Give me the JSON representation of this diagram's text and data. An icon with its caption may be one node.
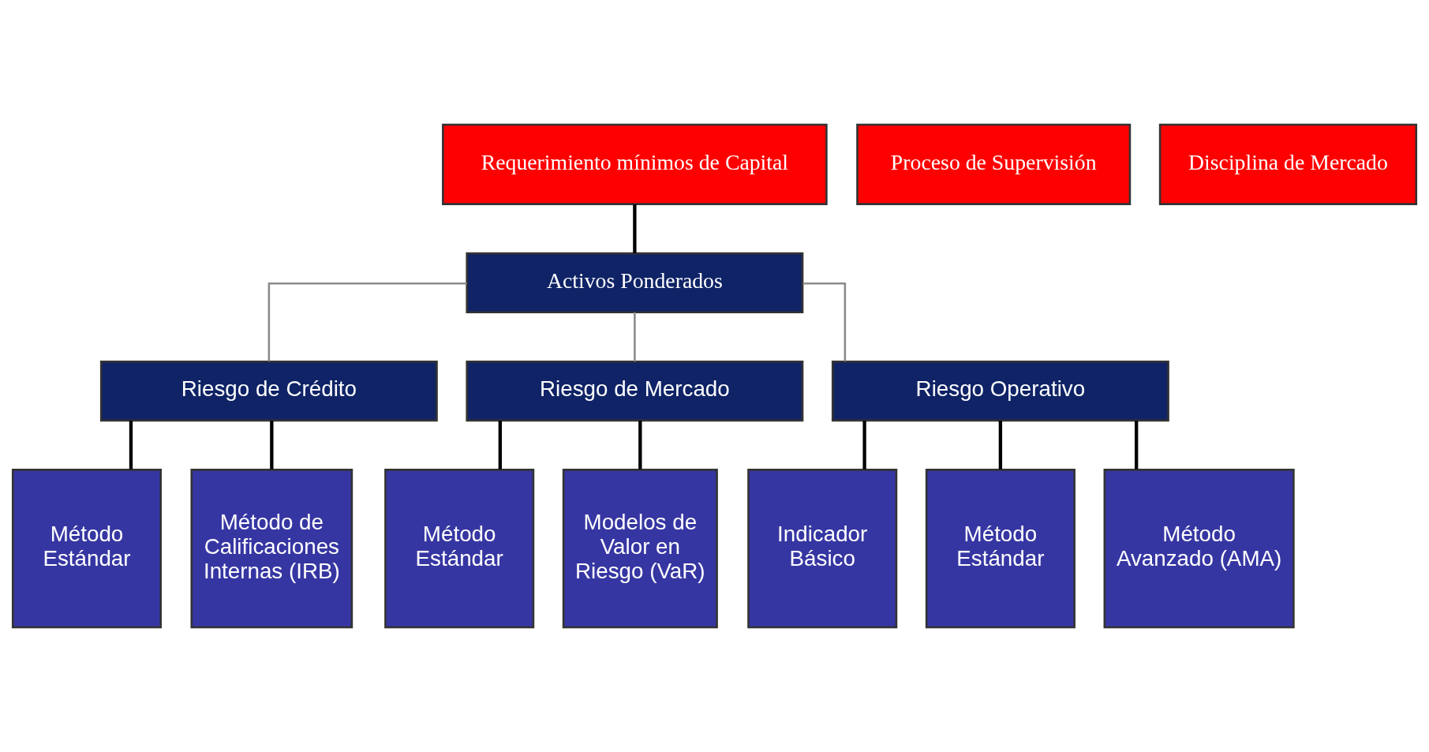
{
  "diagram": {
    "nodes": [
      {
        "text": [
          "Requerimiento mínimos de Capital"
        ]
      },
      {
        "text": [
          "Proceso de Supervisión"
        ]
      },
      {
        "text": [
          "Disciplina de Mercado"
        ]
      },
      {
        "text": [
          "Activos Ponderados"
        ]
      },
      {
        "text": [
          "Riesgo de Crédito"
        ]
      },
      {
        "text": [
          "Riesgo de Mercado"
        ]
      },
      {
        "text": [
          "Riesgo Operativo"
        ]
      },
      {
        "text": [
          "Método Estándar"
        ]
      },
      {
        "text": [
          "Método de Calificaciones Internas (IRB)"
        ]
      },
      {
        "text": [
          "Método Estándar"
        ]
      },
      {
        "text": [
          "Modelos de Valor en Riesgo (VaR)"
        ]
      },
      {
        "text": [
          "Indicador Básico"
        ]
      },
      {
        "text": [
          "Método Estándar"
        ]
      },
      {
        "text": [
          "Método Avanzado (AMA)"
        ]
      }
    ],
    "edges": [
      {
        "from": 0,
        "to": 3,
        "arrow": "none"
      },
      {
        "from": 3,
        "to": 4,
        "arrow": "none",
        "color": "#8c8c8c"
      },
      {
        "from": 3,
        "to": 5,
        "arrow": "none",
        "color": "#8c8c8c"
      },
      {
        "from": 3,
        "to": 6,
        "arrow": "none",
        "color": "#8c8c8c"
      },
      {
        "from": 4,
        "to": 7,
        "arrow": "none"
      },
      {
        "from": 4,
        "to": 8,
        "arrow": "none"
      },
      {
        "from": 5,
        "to": 9,
        "arrow": "none"
      },
      {
        "from": 5,
        "to": 10,
        "arrow": "none"
      },
      {
        "from": 6,
        "to": 11,
        "arrow": "none"
      },
      {
        "from": 6,
        "to": 12,
        "arrow": "none"
      },
      {
        "from": 6,
        "to": 13,
        "arrow": "none"
      }
    ]
  }
}
